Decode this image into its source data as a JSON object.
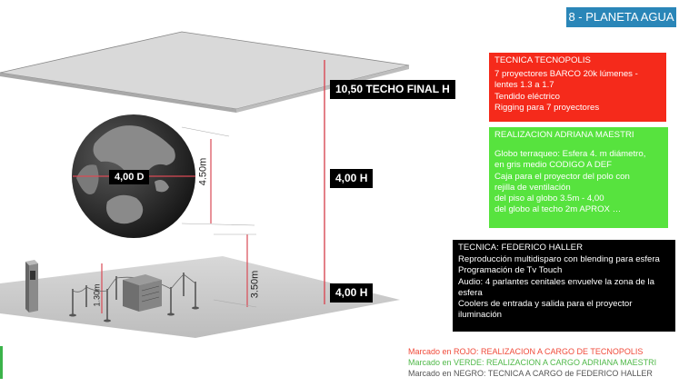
{
  "header": {
    "title": "8 - PLANETA AGUA"
  },
  "levels": {
    "ceiling": "10,50 TECHO FINAL  H",
    "middle": "4,00 H",
    "lower": "4,00 H"
  },
  "dimensions": {
    "globe_diameter": "4,00 D",
    "globe_height": "4.50m",
    "floor_to_globe": "3.50m",
    "rail_height": "1.30m"
  },
  "panels": {
    "tecnopolis": {
      "title": "TECNICA TECNOPOLIS",
      "lines": [
        "7 proyectores BARCO 20k lúmenes -",
        "lentes 1.3 a 1.7",
        "Tendido eléctrico",
        "Rigging para 7 proyectores"
      ]
    },
    "maestri": {
      "title": "REALIZACION ADRIANA MAESTRI",
      "lines": [
        "Globo terraqueo: Esfera 4. m diámetro,",
        "en gris medio CODIGO A DEF",
        "Caja para el proyector del polo con",
        "rejilla de ventilación",
        "del piso al globo 3.5m - 4,00",
        "del globo al techo 2m APROX …"
      ]
    },
    "haller": {
      "title": "TECNICA: FEDERICO HALLER",
      "lines": [
        "Reproducción multidisparo con blending para esfera",
        "Programación de Tv Touch",
        "Audio: 4 parlantes cenitales envuelve la zona de la esfera",
        "Coolers de entrada y salida para el proyector iluminación"
      ]
    }
  },
  "legend": {
    "red": "Marcado en ROJO: REALIZACION A CARGO DE TECNOPOLIS",
    "green": "Marcado en VERDE: REALIZACION A CARGO ADRIANA MAESTRI",
    "black": "Marcado en NEGRO: TECNICA A CARGO de  FEDERICO HALLER"
  },
  "colors": {
    "title_badge": "#2a86b8",
    "red_panel": "#f52a1b",
    "green_panel": "#57e33e",
    "black_panel": "#000000",
    "globe_ocean": "#1f1f1f",
    "globe_land": "#8a8a8a",
    "dimension_line": "#d94a55"
  }
}
